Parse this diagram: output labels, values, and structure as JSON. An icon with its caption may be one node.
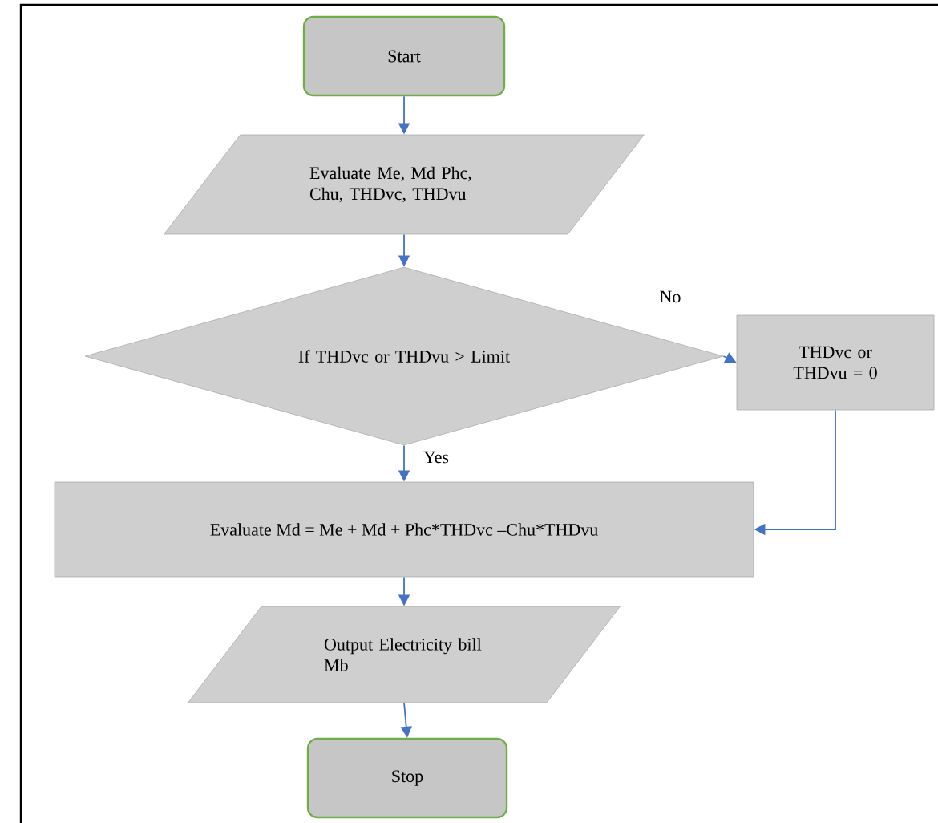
{
  "diagram": {
    "nodes": [
      {
        "text": [
          "Start"
        ]
      },
      {
        "text": [
          "Evaluate Me, Md Phc, Chu, THDvc, THDvu"
        ]
      },
      {
        "text": [
          "If THDvc or THDvu > Limit"
        ]
      },
      {
        "text": [
          "THDvc or THDvu = 0"
        ]
      },
      {
        "text": [
          "Evaluate Md = Me + Md + Phc*THDvc –Chu*THDvu"
        ]
      },
      {
        "text": [
          "Output Electricity bill Mb"
        ]
      },
      {
        "text": [
          "Stop"
        ]
      }
    ],
    "edges": [
      {
        "from": 0,
        "to": 1,
        "arrow": "to"
      },
      {
        "from": 1,
        "to": 2,
        "arrow": "to"
      },
      {
        "from": 2,
        "to": 3,
        "arrow": "to",
        "label": "No"
      },
      {
        "from": 2,
        "to": 4,
        "arrow": "to",
        "label": "Yes"
      },
      {
        "from": 3,
        "to": 4,
        "arrow": "to"
      },
      {
        "from": 4,
        "to": 5,
        "arrow": "to"
      },
      {
        "from": 5,
        "to": 6,
        "arrow": "to"
      }
    ]
  }
}
